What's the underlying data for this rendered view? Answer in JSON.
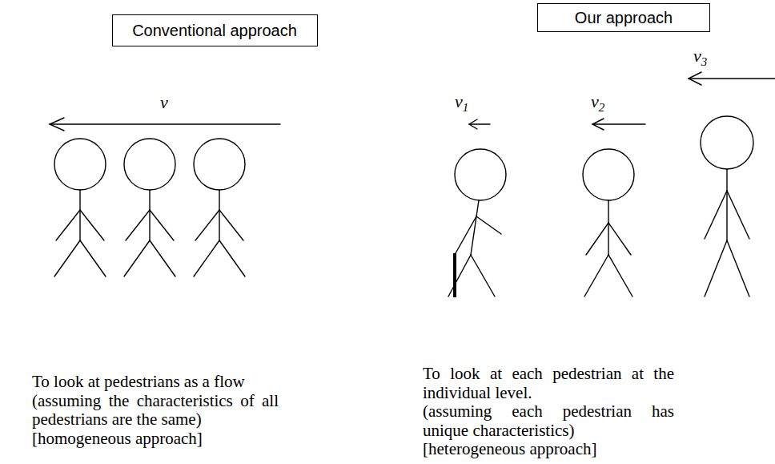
{
  "diagram": {
    "nodes": [
      {
        "text": [
          "Conventional approach"
        ]
      },
      {
        "text": [
          "Our approach"
        ]
      }
    ],
    "labels": [
      "v",
      "v1",
      "v2",
      "v3",
      "To look at pedestrians as a flow (assuming the characteristics of all pedestrians are the same) [homogeneous approach]",
      "To look at each pedestrian at the individual level. (assuming each pedestrian has unique characteristics) [heterogeneous approach]"
    ]
  }
}
